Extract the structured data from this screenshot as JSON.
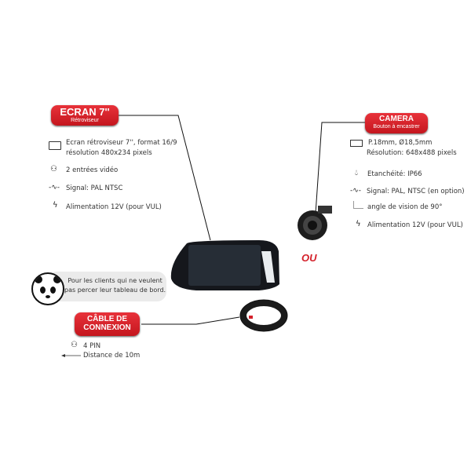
{
  "ecran": {
    "title": "ECRAN 7''",
    "subtitle": "Rétroviseur",
    "specs": [
      {
        "icon": "screen-icon",
        "line1": "Ecran rétroviseur 7'', format 16/9",
        "line2": "résolution 480x234 pixels"
      },
      {
        "icon": "connector-icon",
        "line1": "2 entrées vidéo"
      },
      {
        "icon": "signal-icon",
        "line1": "Signal: PAL NTSC"
      },
      {
        "icon": "power-icon",
        "line1": "Alimentation 12V (pour VUL)"
      }
    ]
  },
  "camera": {
    "title": "CAMERA",
    "subtitle": "Bouton à encastrer",
    "specs": [
      {
        "icon": "screen-icon",
        "line1": "P.18mm, Ø18,5mm",
        "line2": "Résolution: 648x488 pixels"
      },
      {
        "icon": "drop-icon",
        "line1": "Etanchéité: IP66"
      },
      {
        "icon": "signal-icon",
        "line1": "Signal: PAL, NTSC (en option)"
      },
      {
        "icon": "angle-icon",
        "line1": "angle de vision de 90°"
      },
      {
        "icon": "power-icon",
        "line1": "Alimentation 12V (pour VUL)"
      }
    ]
  },
  "or_label": "OU",
  "panda_note": {
    "line1": "Pour les clients qui ne veulent",
    "line2": "pas percer leur tableau de bord."
  },
  "cable": {
    "title_line1": "CÂBLE DE",
    "title_line2": "CONNEXION",
    "specs": [
      {
        "icon": "connector-icon",
        "line1": "4 PIN"
      },
      {
        "icon": "arrow-left-icon",
        "line1": "Distance de 10m"
      }
    ]
  },
  "colors": {
    "accent": "#d4202a",
    "text": "#333333"
  }
}
